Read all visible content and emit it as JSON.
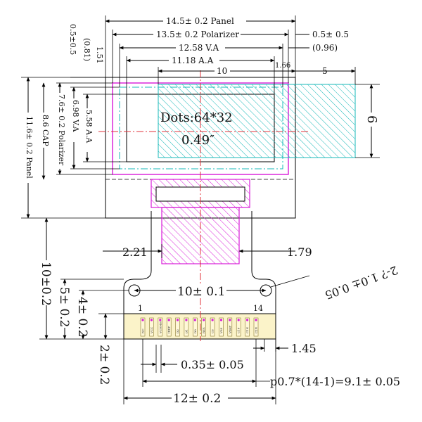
{
  "labels": {
    "panel_width": "14.5± 0.2 Panel",
    "polarizer_width": "13.5± 0.2 Polarizer",
    "va_width": "12.58 V.A",
    "aa_width": "11.18 A.A",
    "ten": "10",
    "five": "5",
    "right_05": "0.5± 0.5",
    "right_096": "(0.96)",
    "v_05": "0.5±0.5",
    "v_081": "(0.81)",
    "v_151": "1.51",
    "v_166": "1.66",
    "left_panel": "11.6± 0.2 Panel",
    "left_cap": "8.6 CAP",
    "left_polarizer": "7.6± 0.2 Polarizer",
    "left_va": "6.98 V.A",
    "left_aa": "5.58 A.A",
    "right_six": "6",
    "dots": "Dots:64*32",
    "size": "0.49″",
    "d221": "2.21",
    "d179": "1.79",
    "hole": "2-? 1.0± 0.05",
    "hole_spacing": "10± 0.1",
    "pin1": "1",
    "pin14": "14",
    "v10": "10±0.2",
    "v5": "5± 0.2",
    "v4": "4± 0.2",
    "v2": "2± 0.2",
    "d145": "1.45",
    "pitch_width": "0.35± 0.05",
    "pitch": "p0.7*(14-1)=9.1± 0.05",
    "fpc_width": "12± 0.2"
  },
  "pins": [
    "NC",
    "VCC",
    "VCOMH",
    "IREF",
    "D2",
    "D1",
    "D0",
    "RES",
    "CS",
    "VSS",
    "VBAT",
    "C1P",
    "C1N",
    "C2N"
  ],
  "colors": {
    "outline": "#000000",
    "polarizer": "#d81ad8",
    "viewing_area": "#18b8b8",
    "centerline": "#e0303a",
    "connector_fill": "#fbf3c9",
    "pad_mark": "#d81ad8"
  }
}
